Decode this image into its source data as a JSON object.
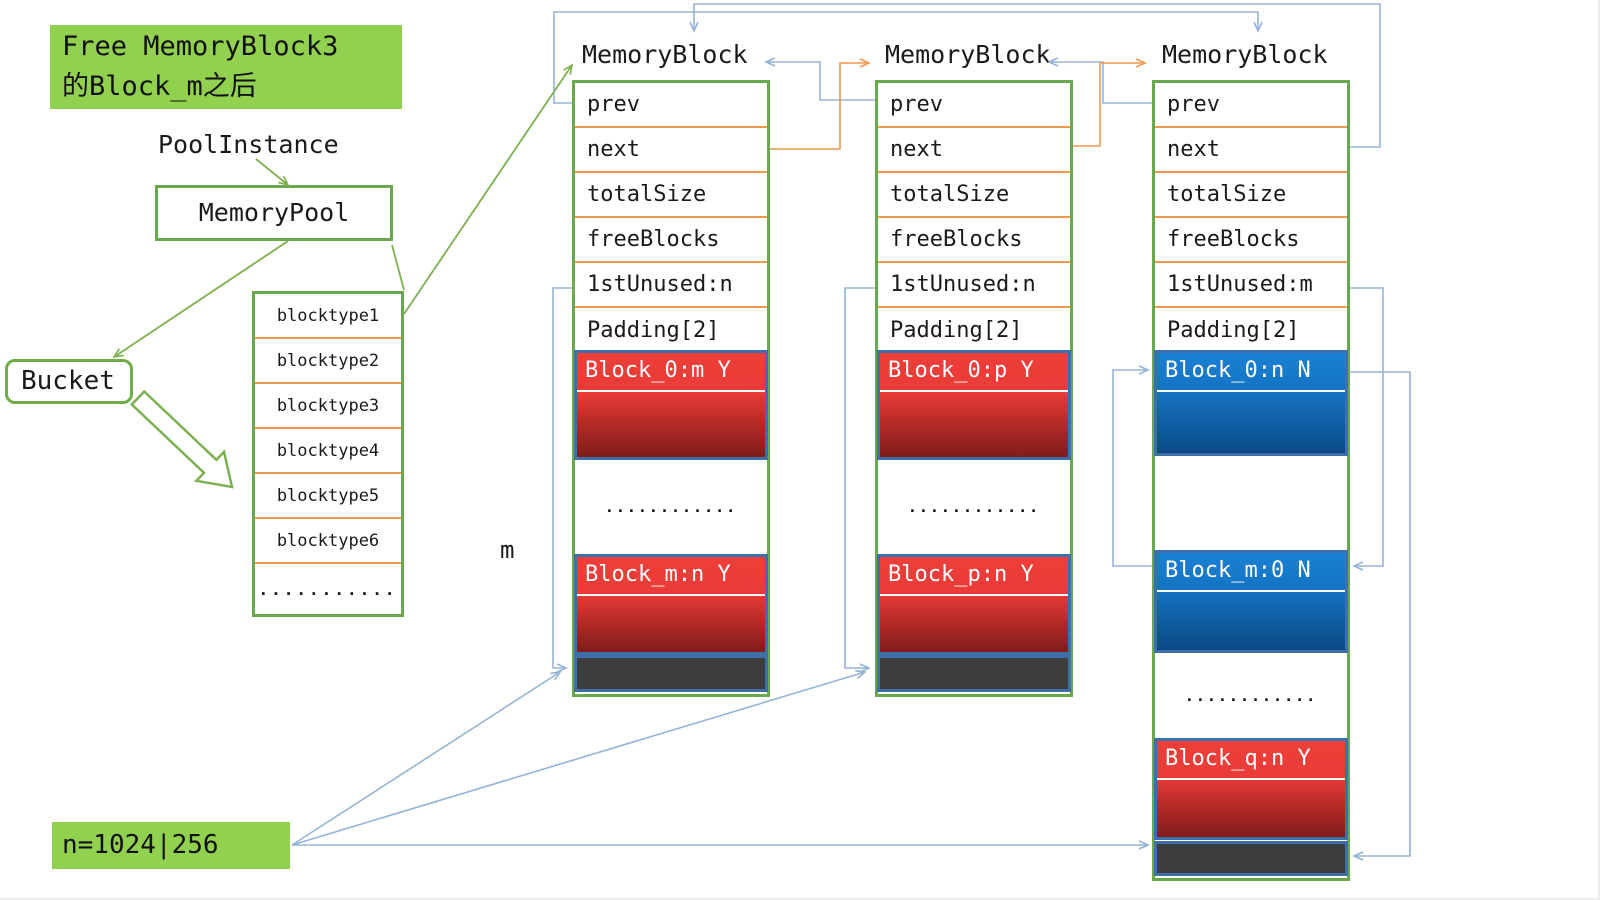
{
  "note": {
    "line1": "Free MemoryBlock3",
    "line2": "的Block_m之后"
  },
  "pool_instance_label": "PoolInstance",
  "memory_pool_label": "MemoryPool",
  "bucket_label": "Bucket",
  "bucket_list": {
    "items": [
      "blocktype1",
      "blocktype2",
      "blocktype3",
      "blocktype4",
      "blocktype5",
      "blocktype6"
    ],
    "ellipsis": "..........."
  },
  "m_label": "m",
  "n_label": "n=1024|256",
  "columns": [
    {
      "header": "MemoryBlock",
      "fields": [
        "prev",
        "next",
        "totalSize",
        "freeBlocks",
        "1stUnused:n",
        "Padding[2]"
      ],
      "blocks": [
        {
          "label": "Block_0:m Y",
          "color": "red"
        },
        {
          "label": "Block_m:n Y",
          "color": "red"
        }
      ],
      "ellipsis": "............"
    },
    {
      "header": "MemoryBlock",
      "fields": [
        "prev",
        "next",
        "totalSize",
        "freeBlocks",
        "1stUnused:n",
        "Padding[2]"
      ],
      "blocks": [
        {
          "label": "Block_0:p Y",
          "color": "red"
        },
        {
          "label": "Block_p:n Y",
          "color": "red"
        }
      ],
      "ellipsis": "............"
    },
    {
      "header": "MemoryBlock",
      "fields": [
        "prev",
        "next",
        "totalSize",
        "freeBlocks",
        "1stUnused:m",
        "Padding[2]"
      ],
      "blocks": [
        {
          "label": "Block_0:n N",
          "color": "blue"
        },
        {
          "label": "Block_m:0 N",
          "color": "blue"
        },
        {
          "label": "Block_q:n Y",
          "color": "red"
        }
      ],
      "ellipsis": "............"
    }
  ],
  "colors": {
    "green_fill": "#92d050",
    "green_border": "#6aa84f",
    "green_arrow": "#7cb152",
    "orange": "#ed9950",
    "blue_link": "#95b3d7",
    "red_block_top": "#ee3e3a",
    "red_block_bottom": "#7f1d1b",
    "blue_block_top": "#1b80d4",
    "blue_block_bottom": "#0a4a85",
    "footer_gray": "#3d3d3d",
    "block_border": "#3f6fa8"
  }
}
